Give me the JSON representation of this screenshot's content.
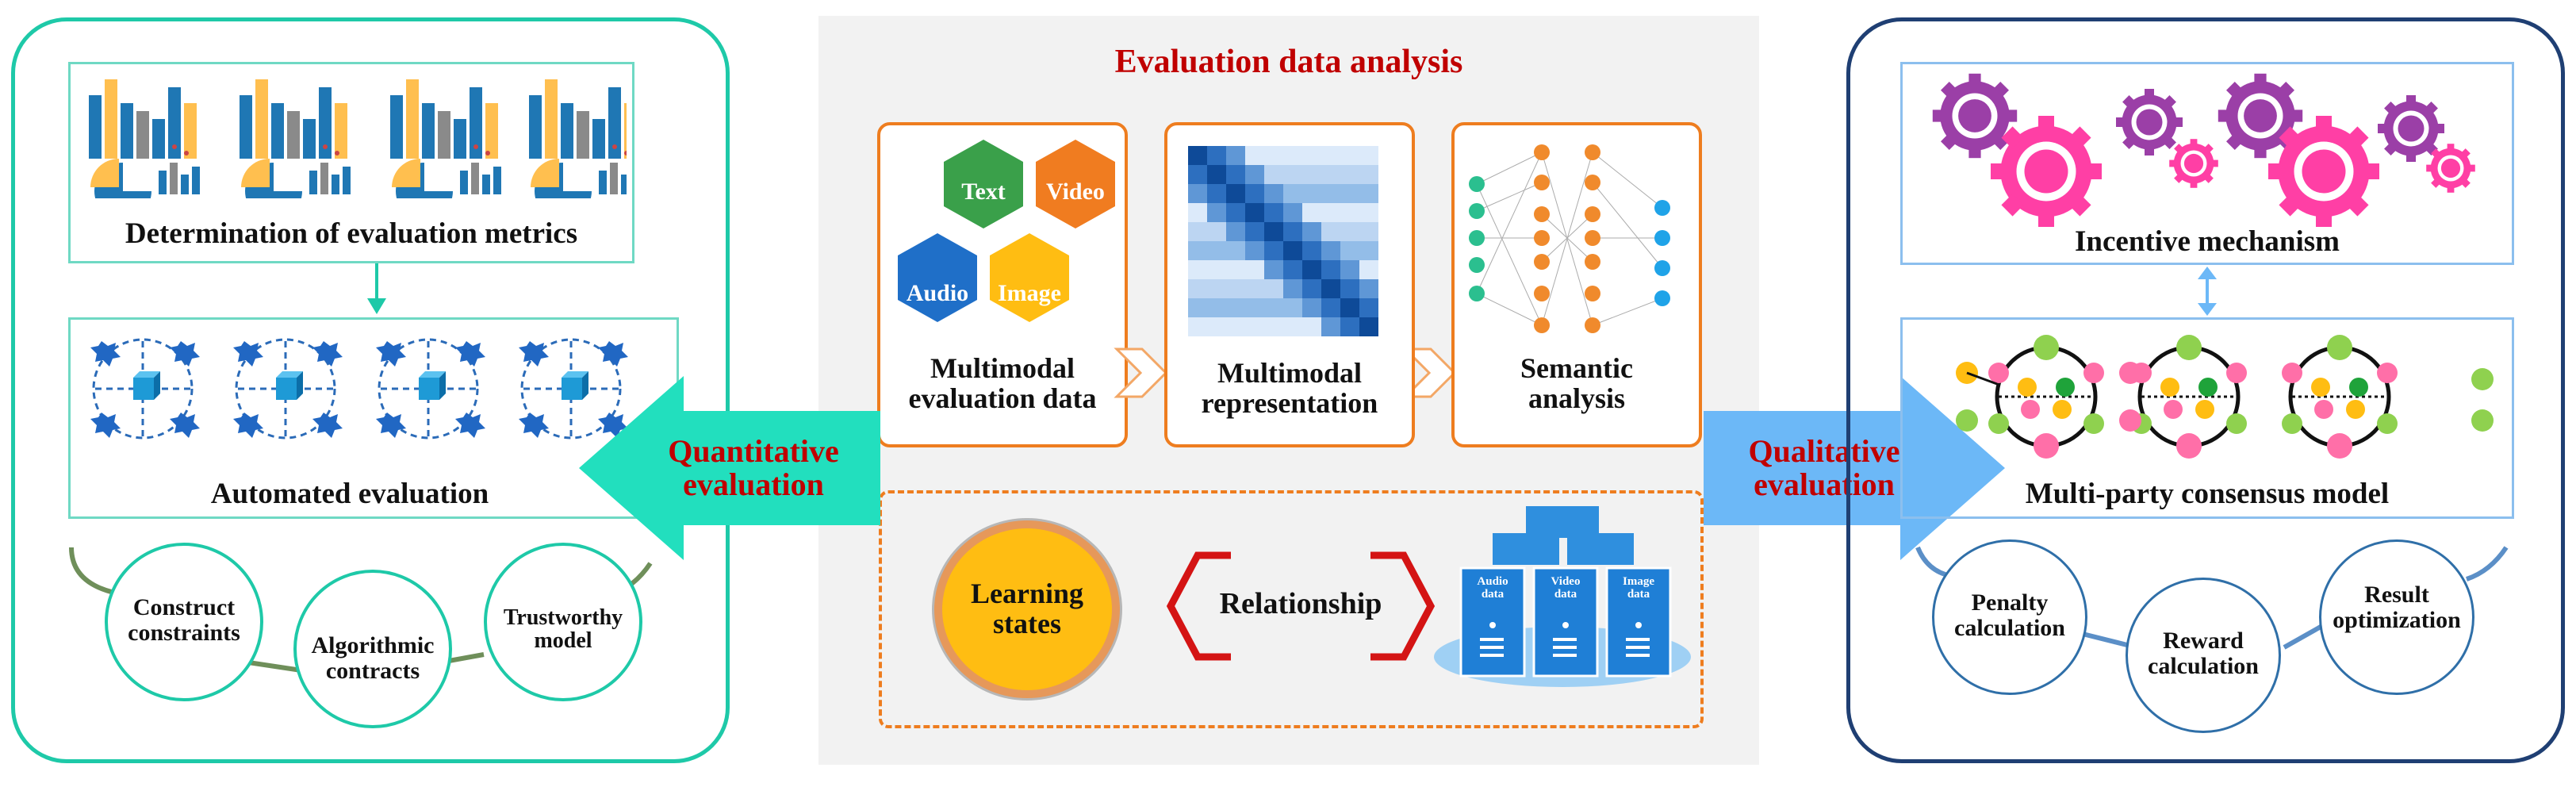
{
  "left_panel": {
    "metrics_label": "Determination of evaluation metrics",
    "automated_label": "Automated evaluation",
    "circles": [
      {
        "line1": "Construct",
        "line2": "constraints"
      },
      {
        "line1": "Algorithmic",
        "line2": "contracts"
      },
      {
        "line1": "Trustworthy",
        "line2": "model"
      }
    ]
  },
  "center_panel": {
    "title": "Evaluation data analysis",
    "hexagons": {
      "text": "Text",
      "video": "Video",
      "audio": "Audio",
      "image": "Image"
    },
    "box1": {
      "line1": "Multimodal",
      "line2": "evaluation data"
    },
    "box2": {
      "line1": "Multimodal",
      "line2": "representation"
    },
    "box3": {
      "line1": "Semantic",
      "line2": "analysis"
    },
    "learning": {
      "line1": "Learning",
      "line2": "states"
    },
    "relationship": "Relationship",
    "servers": [
      {
        "line1": "Audio",
        "line2": "data"
      },
      {
        "line1": "Video",
        "line2": "data"
      },
      {
        "line1": "Image",
        "line2": "data"
      }
    ]
  },
  "arrows": {
    "quantitative": {
      "line1": "Quantitative",
      "line2": "evaluation"
    },
    "qualitative": {
      "line1": "Qualitative",
      "line2": "evaluation"
    }
  },
  "right_panel": {
    "incentive_label": "Incentive mechanism",
    "consensus_label": "Multi-party consensus model",
    "circles": [
      {
        "line1": "Penalty",
        "line2": "calculation"
      },
      {
        "line1": "Reward",
        "line2": "calculation"
      },
      {
        "line1": "Result",
        "line2": "optimization"
      }
    ]
  },
  "colors": {
    "teal": "#1ec9a8",
    "navy": "#1f3f73",
    "orange": "#ee7d1f",
    "red_title": "#c00000",
    "light_blue": "#7fb5f0"
  }
}
